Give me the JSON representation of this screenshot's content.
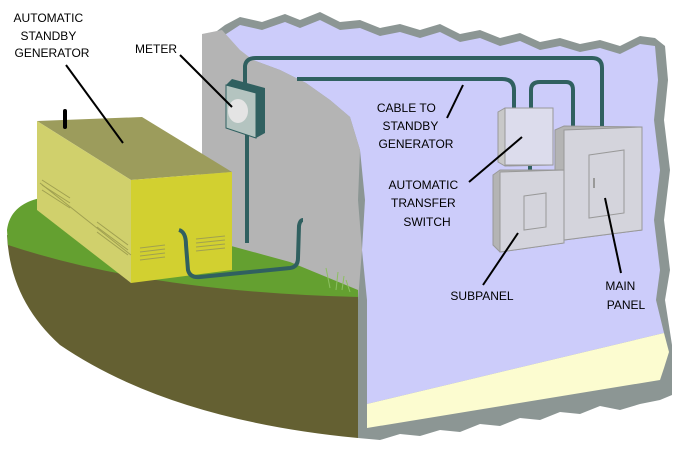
{
  "labels": {
    "generator": [
      "AUTOMATIC",
      "STANDBY",
      "GENERATOR"
    ],
    "meter": [
      "METER"
    ],
    "cable": [
      "CABLE TO",
      "STANDBY",
      "GENERATOR"
    ],
    "transfer_switch": [
      "AUTOMATIC",
      "TRANSFER",
      "SWITCH"
    ],
    "subpanel": [
      "SUBPANEL"
    ],
    "main_panel": [
      "MAIN",
      "PANEL"
    ]
  },
  "colors": {
    "wall_interior": "#ccccfa",
    "wall_edge": "#8c9694",
    "wall_exterior": "#b4b4b4",
    "floor": "#fcfcd0",
    "grass": "#64a030",
    "soil": "#646032",
    "generator_top": "#9c9c5c",
    "generator_side": "#d0d06c",
    "generator_front": "#d2d030",
    "cable": "#306060",
    "panel": "#c8c8c8"
  }
}
